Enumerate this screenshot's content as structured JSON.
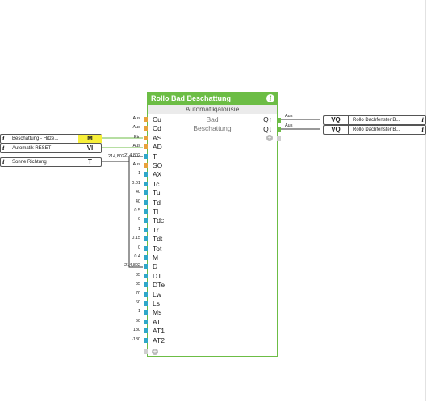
{
  "block": {
    "title": "Rollo Bad Beschattung",
    "type": "Automatikjalousie",
    "description_line1": "Bad",
    "description_line2": "Beschattung",
    "inputs": [
      {
        "name": "Cu",
        "value": "Aus",
        "color": "#e8a33c"
      },
      {
        "name": "Cd",
        "value": "Aus",
        "color": "#e8a33c"
      },
      {
        "name": "AS",
        "value": "Ein",
        "color": "#e8a33c"
      },
      {
        "name": "AD",
        "value": "Aus",
        "color": "#e8a33c"
      },
      {
        "name": "T",
        "value": "214,802",
        "color": "#2fa8c8"
      },
      {
        "name": "SO",
        "value": "Aus",
        "color": "#e8a33c"
      },
      {
        "name": "AX",
        "value": "1",
        "color": "#2fa8c8"
      },
      {
        "name": "Tc",
        "value": "0.01",
        "color": "#2fa8c8"
      },
      {
        "name": "Tu",
        "value": "40",
        "color": "#2fa8c8"
      },
      {
        "name": "Td",
        "value": "40",
        "color": "#2fa8c8"
      },
      {
        "name": "Tl",
        "value": "0.5",
        "color": "#2fa8c8"
      },
      {
        "name": "Tdc",
        "value": "0",
        "color": "#2fa8c8"
      },
      {
        "name": "Tr",
        "value": "1",
        "color": "#2fa8c8"
      },
      {
        "name": "Tdt",
        "value": "0.15",
        "color": "#2fa8c8"
      },
      {
        "name": "Tot",
        "value": "0",
        "color": "#2fa8c8"
      },
      {
        "name": "M",
        "value": "0.4",
        "color": "#2fa8c8"
      },
      {
        "name": "D",
        "value": "214,802",
        "color": "#2fa8c8"
      },
      {
        "name": "DT",
        "value": "85",
        "color": "#2fa8c8"
      },
      {
        "name": "DTe",
        "value": "85",
        "color": "#2fa8c8"
      },
      {
        "name": "Lw",
        "value": "70",
        "color": "#2fa8c8"
      },
      {
        "name": "Ls",
        "value": "60",
        "color": "#2fa8c8"
      },
      {
        "name": "Ms",
        "value": "1",
        "color": "#2fa8c8"
      },
      {
        "name": "AT",
        "value": "60",
        "color": "#2fa8c8"
      },
      {
        "name": "AT1",
        "value": "180",
        "color": "#2fa8c8"
      },
      {
        "name": "AT2",
        "value": "-180",
        "color": "#2fa8c8"
      }
    ],
    "outputs": [
      {
        "name": "Q↑",
        "value": "Aus",
        "color": "#6cbd45"
      },
      {
        "name": "Q↓",
        "value": "Aus",
        "color": "#6cbd45"
      }
    ],
    "add_symbol": "+"
  },
  "sources": [
    {
      "name": "Beschattung - Hitze...",
      "type": "M",
      "info": "i",
      "type_bg": "#f7ef3a"
    },
    {
      "name": "Automatik RESET",
      "type": "VI",
      "info": "i",
      "type_bg": "#ffffff"
    },
    {
      "name": "Sonne Richtung",
      "type": "T",
      "info": "i",
      "type_bg": "#ffffff"
    }
  ],
  "destinations": [
    {
      "name": "Rollo Dachfenster B...",
      "type": "VQ",
      "info": "i"
    },
    {
      "name": "Rollo Dachfenster B...",
      "type": "VQ",
      "info": "i"
    }
  ],
  "wire_label_T": "214,802"
}
